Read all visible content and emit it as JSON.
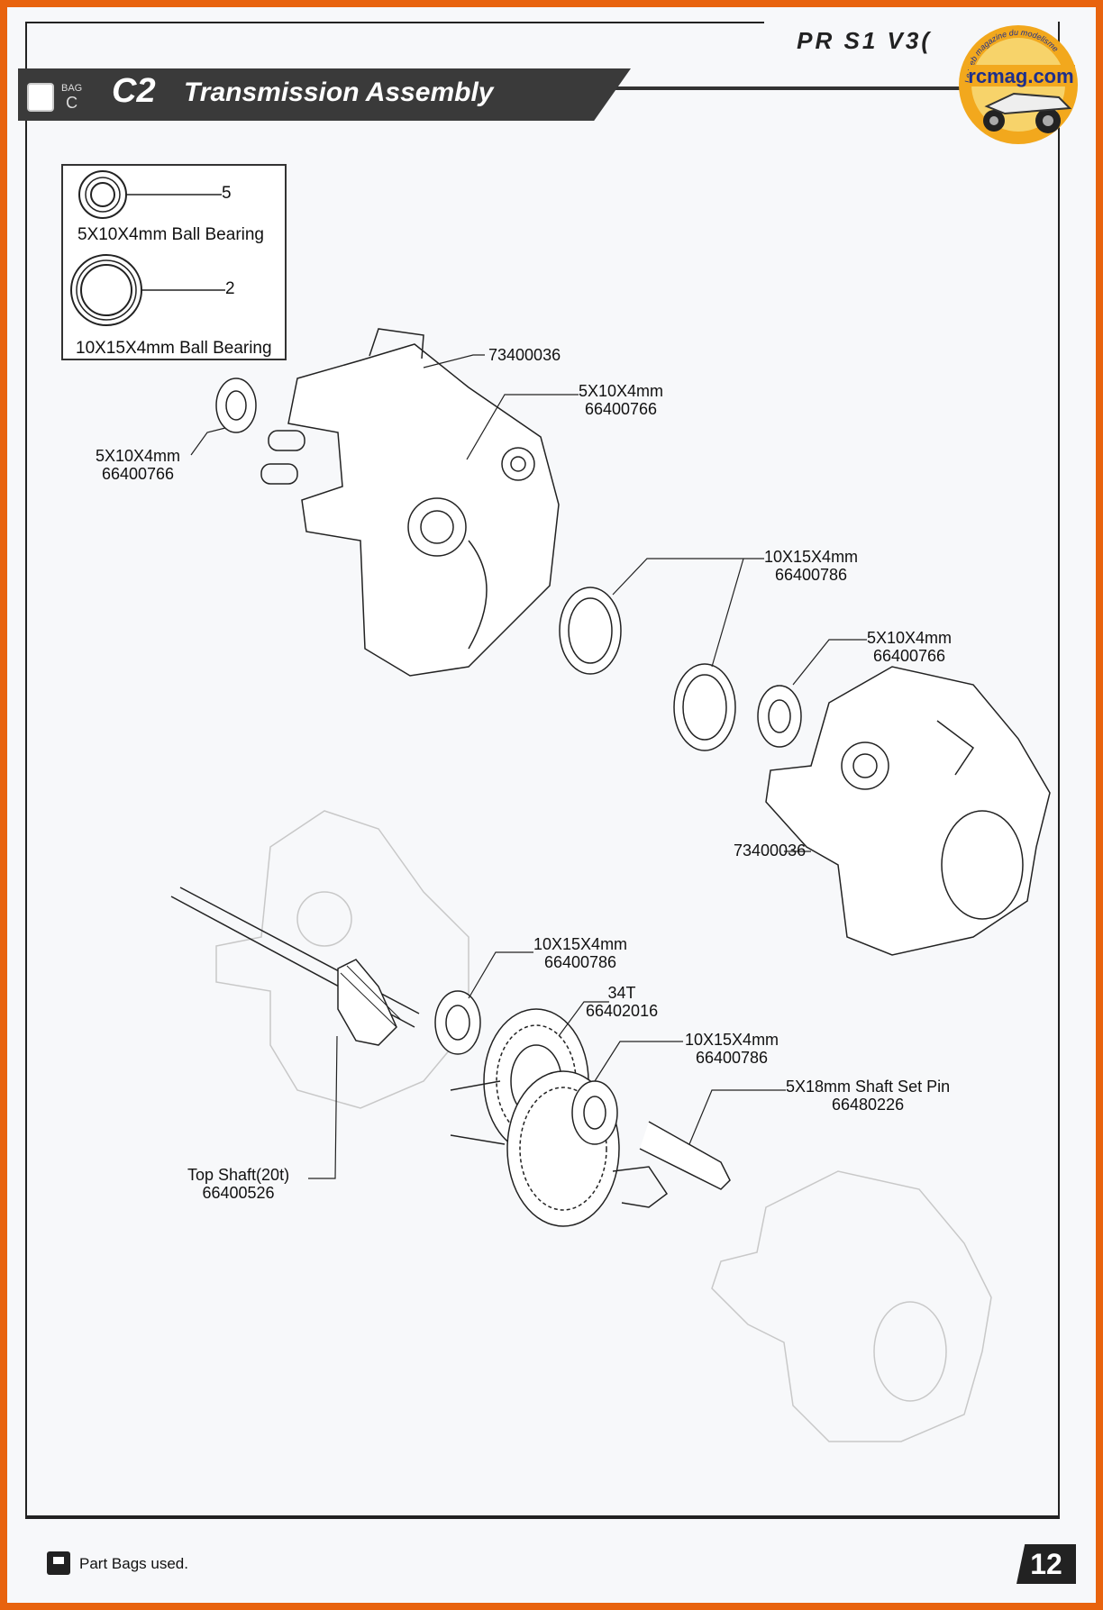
{
  "header": {
    "model": "PR S1 V3(",
    "bag_prefix": "BAG",
    "bag_letter": "C",
    "step_code": "C2",
    "step_title": "Transmission Assembly"
  },
  "logo": {
    "text": "rcmag.com",
    "arc_text": "Le web magazine du modelisme",
    "colors": {
      "ring": "#f2a81d",
      "text": "#1d2f8c"
    }
  },
  "parts_box": {
    "items": [
      {
        "label": "5X10X4mm Ball Bearing",
        "qty": "5"
      },
      {
        "label": "10X15X4mm Ball Bearing",
        "qty": "2"
      }
    ]
  },
  "callouts": {
    "case_left": {
      "line1": "73400036"
    },
    "bearing_left_outer": {
      "line1": "5X10X4mm",
      "line2": "66400766"
    },
    "bearing_left_inner": {
      "line1": "5X10X4mm",
      "line2": "66400766"
    },
    "bearing_center": {
      "line1": "10X15X4mm",
      "line2": "66400786"
    },
    "bearing_right": {
      "line1": "5X10X4mm",
      "line2": "66400766"
    },
    "case_right": {
      "line1": "73400036"
    },
    "bearing_lower1": {
      "line1": "10X15X4mm",
      "line2": "66400786"
    },
    "gear_34t": {
      "line1": "34T",
      "line2": "66402016"
    },
    "bearing_lower2": {
      "line1": "10X15X4mm",
      "line2": "66400786"
    },
    "shaft_pin": {
      "line1": "5X18mm Shaft Set Pin",
      "line2": "66480226"
    },
    "top_shaft": {
      "line1": "Top Shaft(20t)",
      "line2": "66400526"
    }
  },
  "footer": {
    "text": "Part Bags used.",
    "page_number": "12"
  }
}
